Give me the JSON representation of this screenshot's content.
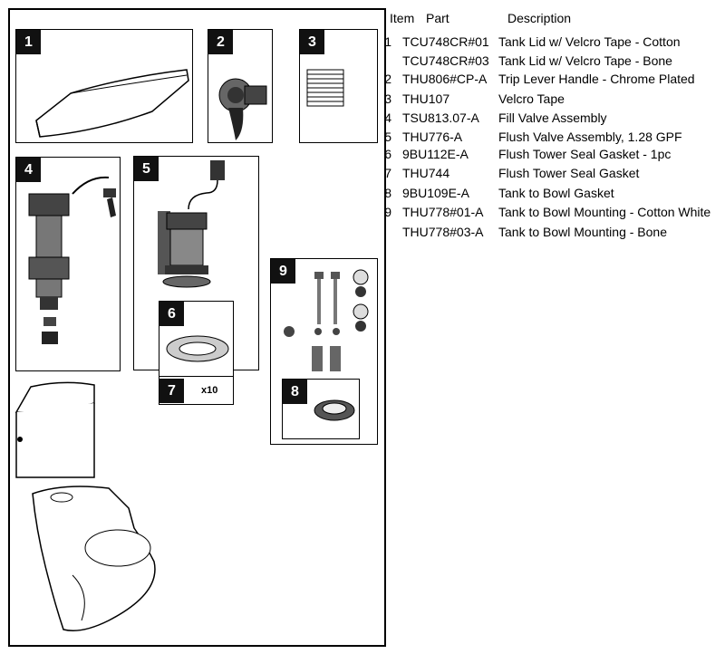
{
  "table": {
    "headers": {
      "item": "Item",
      "part": "Part",
      "description": "Description"
    },
    "rows": [
      {
        "item": "1",
        "part": "TCU748CR#01",
        "description": "Tank Lid w/ Velcro Tape - Cotton"
      },
      {
        "item": "",
        "part": "TCU748CR#03",
        "description": "Tank Lid w/ Velcro Tape - Bone"
      },
      {
        "item": "2",
        "part": "THU806#CP-A",
        "description": "Trip Lever Handle - Chrome Plated"
      },
      {
        "item": "3",
        "part": "THU107",
        "description": "Velcro Tape"
      },
      {
        "item": "4",
        "part": "TSU813.07-A",
        "description": "Fill Valve Assembly"
      },
      {
        "item": "5",
        "part": "THU776-A",
        "description": "Flush Valve Assembly, 1.28 GPF"
      },
      {
        "item": "6",
        "part": "9BU112E-A",
        "description": "Flush Tower Seal Gasket - 1pc"
      },
      {
        "item": "7",
        "part": "THU744",
        "description": "Flush Tower Seal Gasket"
      },
      {
        "item": "8",
        "part": "9BU109E-A",
        "description": "Tank to Bowl Gasket"
      },
      {
        "item": "9",
        "part": "THU778#01-A",
        "description": "Tank to Bowl Mounting - Cotton White"
      },
      {
        "item": "",
        "part": "THU778#03-A",
        "description": "Tank to Bowl Mounting - Bone"
      }
    ]
  },
  "diagram": {
    "labels": {
      "b1": "1",
      "b2": "2",
      "b3": "3",
      "b4": "4",
      "b5": "5",
      "b6": "6",
      "b7": "7",
      "b8": "8",
      "b9": "9"
    },
    "quantity_7": "x10"
  }
}
